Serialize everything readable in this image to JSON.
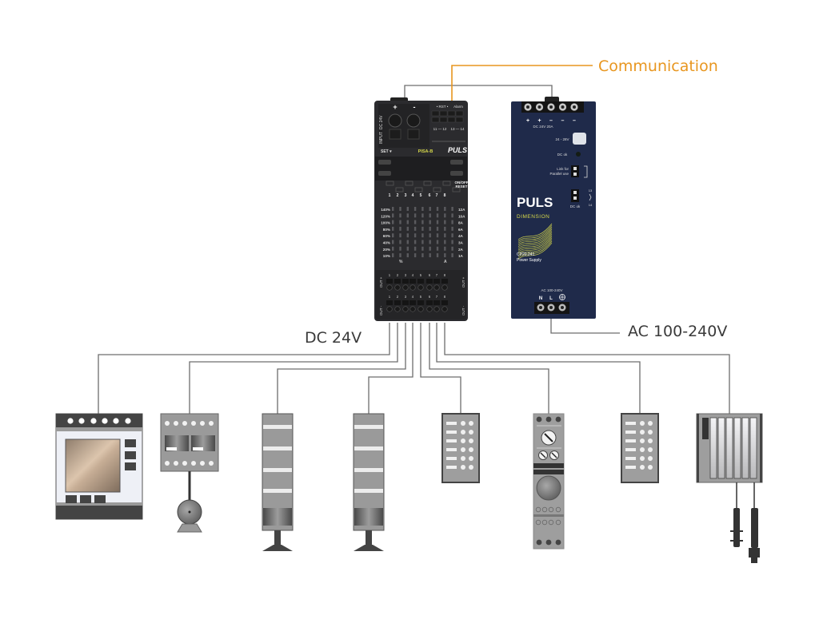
{
  "labels": {
    "communication": "Communication",
    "dc_voltage": "DC 24V",
    "ac_voltage": "AC 100-240V"
  },
  "colors": {
    "communication_line": "#e8961f",
    "wire": "#6d6d6d",
    "pisa_body": "#2b2b2e",
    "psu_body": "#1f2a4a",
    "brand_yellow": "#d6d84a",
    "device_gray": "#9a9a9a",
    "device_dark": "#444444"
  },
  "pisa_module": {
    "brand": "PULS",
    "model": "PISA-B",
    "input_label": "INPUT",
    "input_voltage": "DC 24V",
    "plus": "+",
    "minus": "-",
    "rst_label": "• RST •",
    "alarm_label": "Alarm",
    "terminal_11_12": "11 — 12",
    "terminal_13_14": "13 — 14",
    "set_label": "SET ▾",
    "onoff_label": "ON/OFF",
    "reset_label": "RESET",
    "channels": [
      "1",
      "2",
      "3",
      "4",
      "5",
      "6",
      "7",
      "8"
    ],
    "percent_scale": [
      "140%",
      "120%",
      "100%",
      "80%",
      "60%",
      "40%",
      "20%",
      "10%"
    ],
    "amp_scale": [
      "12A",
      "10A",
      "8A",
      "6A",
      "4A",
      "3A",
      "2A",
      "1A"
    ],
    "percent_symbol": "%",
    "amp_symbol": "A",
    "out_plus": "OUT +",
    "out_minus": "OUT -"
  },
  "power_supply": {
    "brand": "PULS",
    "series": "DIMENSION",
    "model": "CP20.241",
    "type": "Power Supply",
    "dc_output_label": "DC 24V  20A",
    "adjust_range": "24 - 28V",
    "dc_ok": "DC ok",
    "parallel_label_1": "Link for",
    "parallel_label_2": "Parallel use",
    "relay_13": "13",
    "relay_14": "14",
    "dc_ok_relay": "DC ok",
    "ac_input_label": "AC 100-240V",
    "ac_n": "N",
    "ac_l": "L",
    "out_terminals": [
      "+",
      "+",
      "–",
      "–",
      "–"
    ]
  },
  "devices": [
    {
      "name": "hmi-panel"
    },
    {
      "name": "camera-controller"
    },
    {
      "name": "signal-tower-1"
    },
    {
      "name": "signal-tower-2"
    },
    {
      "name": "io-module-1"
    },
    {
      "name": "din-rail-timer"
    },
    {
      "name": "io-module-2"
    },
    {
      "name": "plc-with-sensors"
    }
  ]
}
